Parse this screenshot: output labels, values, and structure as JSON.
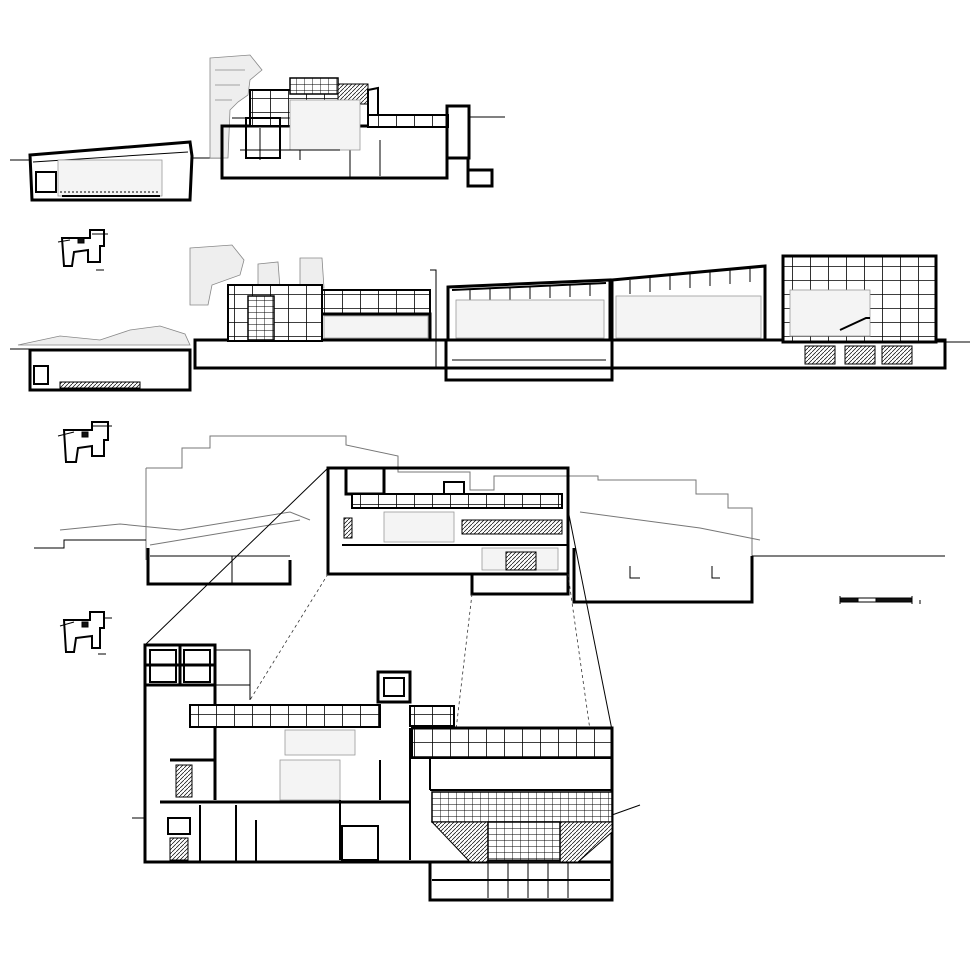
{
  "sheet": {
    "background": "#ffffff",
    "ink": "#000000",
    "context_fill": "#eeeeee"
  },
  "drawings": [
    {
      "id": "section-1",
      "kind": "building-section"
    },
    {
      "id": "section-2",
      "kind": "building-section"
    },
    {
      "id": "section-3",
      "kind": "building-section"
    },
    {
      "id": "section-3-enlarged",
      "kind": "enlarged-detail-section"
    }
  ],
  "key_plans": [
    {
      "id": "key-plan-1"
    },
    {
      "id": "key-plan-2"
    },
    {
      "id": "key-plan-3"
    }
  ],
  "scale_bar": {
    "present": true
  }
}
